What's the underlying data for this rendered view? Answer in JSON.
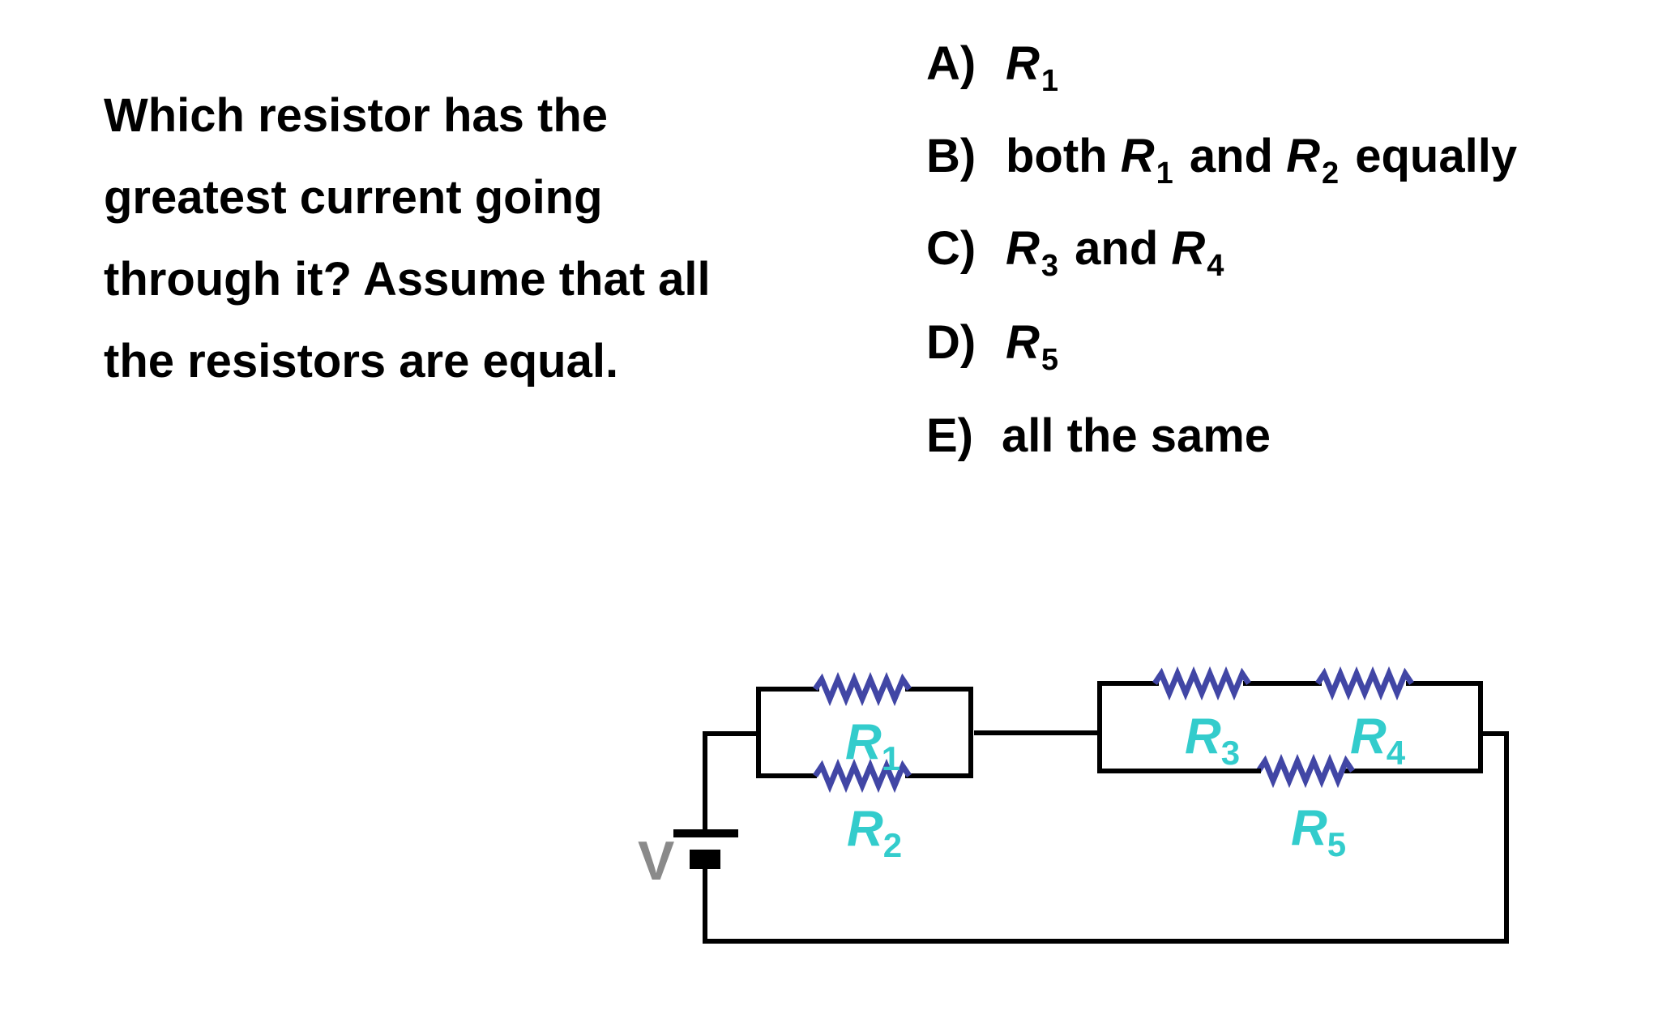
{
  "question": {
    "lines": [
      "Which resistor has the",
      "greatest current going",
      "through it?  Assume that all",
      "the resistors are equal."
    ]
  },
  "options": {
    "a": {
      "letter": "A)",
      "r1": "R",
      "r1_sub": "1"
    },
    "b": {
      "letter": "B)",
      "pre": "both ",
      "r1": "R",
      "r1_sub": "1",
      "mid": " and ",
      "r2": "R",
      "r2_sub": "2",
      "post": " equally"
    },
    "c": {
      "letter": "C)",
      "r3": "R",
      "r3_sub": "3",
      "mid": " and ",
      "r4": "R",
      "r4_sub": "4"
    },
    "d": {
      "letter": "D)",
      "r5": "R",
      "r5_sub": "5"
    },
    "e": {
      "letter": "E)",
      "text": "all the same"
    }
  },
  "circuit": {
    "battery_label": "V",
    "resistors": [
      {
        "id": "R1",
        "symbol": "R",
        "sub": "1"
      },
      {
        "id": "R2",
        "symbol": "R",
        "sub": "2"
      },
      {
        "id": "R3",
        "symbol": "R",
        "sub": "3"
      },
      {
        "id": "R4",
        "symbol": "R",
        "sub": "4"
      },
      {
        "id": "R5",
        "symbol": "R",
        "sub": "5"
      }
    ],
    "colors": {
      "wire": "#000000",
      "resistor": "#4146a5",
      "label": "#33cccc",
      "battery_label": "#8a8a8a"
    }
  }
}
